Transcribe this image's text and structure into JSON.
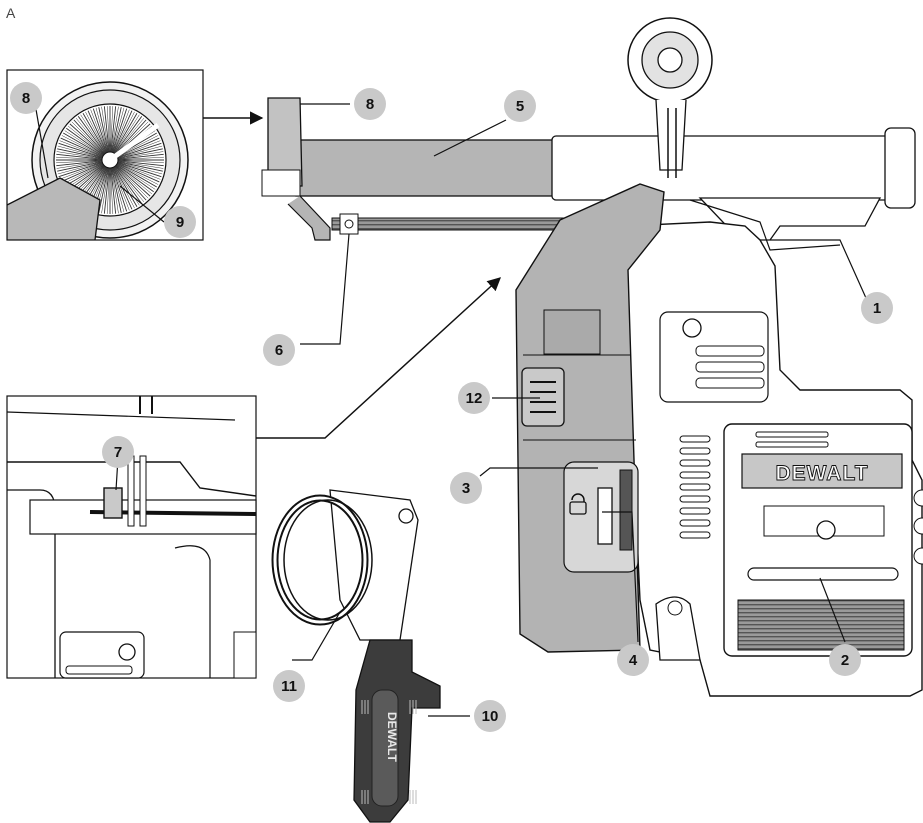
{
  "figure": {
    "label": "A"
  },
  "callouts": [
    {
      "id": "c1",
      "text": "1"
    },
    {
      "id": "c2",
      "text": "2"
    },
    {
      "id": "c3",
      "text": "3"
    },
    {
      "id": "c4",
      "text": "4"
    },
    {
      "id": "c5",
      "text": "5"
    },
    {
      "id": "c6",
      "text": "6"
    },
    {
      "id": "c7",
      "text": "7"
    },
    {
      "id": "c8a",
      "text": "8"
    },
    {
      "id": "c8b",
      "text": "8"
    },
    {
      "id": "c9",
      "text": "9"
    },
    {
      "id": "c10",
      "text": "10"
    },
    {
      "id": "c11",
      "text": "11"
    },
    {
      "id": "c12",
      "text": "12"
    }
  ],
  "brand": {
    "main_logo": "DEWALT",
    "handle_logo": "DEWALT"
  },
  "colors": {
    "callout_fill": "#c9c9c9",
    "part_gray": "#b3b3b3",
    "dark_gray": "#444444",
    "line": "#111111"
  }
}
